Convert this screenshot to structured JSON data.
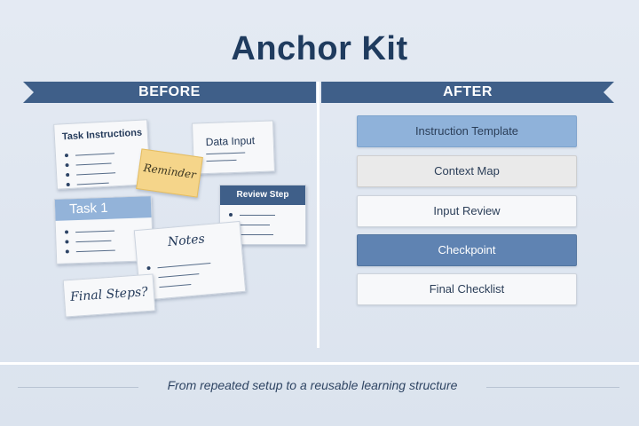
{
  "title": "Anchor Kit",
  "before": {
    "banner": "BEFORE",
    "cards": {
      "task_instructions": "Task Instructions",
      "reminder": "Reminder",
      "data_input": "Data Input",
      "task_1": "Task 1",
      "review_step": "Review Step",
      "notes": "Notes",
      "final_steps": "Final Steps?"
    }
  },
  "after": {
    "banner": "AFTER",
    "steps": [
      "Instruction Template",
      "Context Map",
      "Input Review",
      "Checkpoint",
      "Final Checklist"
    ]
  },
  "caption": "From repeated setup to a reusable learning structure",
  "colors": {
    "banner": "#3f5f89",
    "title": "#1f3b5e",
    "light_blue": "#8fb2da",
    "mid_blue": "#5f83b2",
    "sticky_yellow": "#f5d58a"
  }
}
